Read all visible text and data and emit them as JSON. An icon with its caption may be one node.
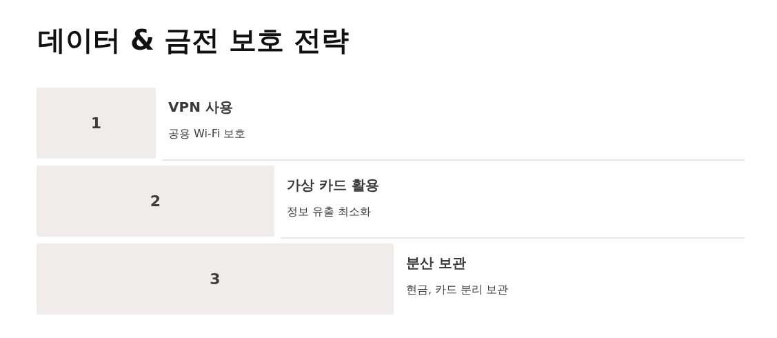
{
  "diagram": {
    "title": "데이터 & 금전 보호 전략",
    "nodes": [
      {
        "text": [
          "1"
        ],
        "beside": [
          "VPN 사용",
          "공용 Wi-Fi 보호"
        ]
      },
      {
        "text": [
          "2"
        ],
        "beside": [
          "가상 카드 활용",
          "정보 유출 최소화"
        ]
      },
      {
        "text": [
          "3"
        ],
        "beside": [
          "분산 보관",
          "현금, 카드 분리 보관"
        ]
      }
    ]
  }
}
